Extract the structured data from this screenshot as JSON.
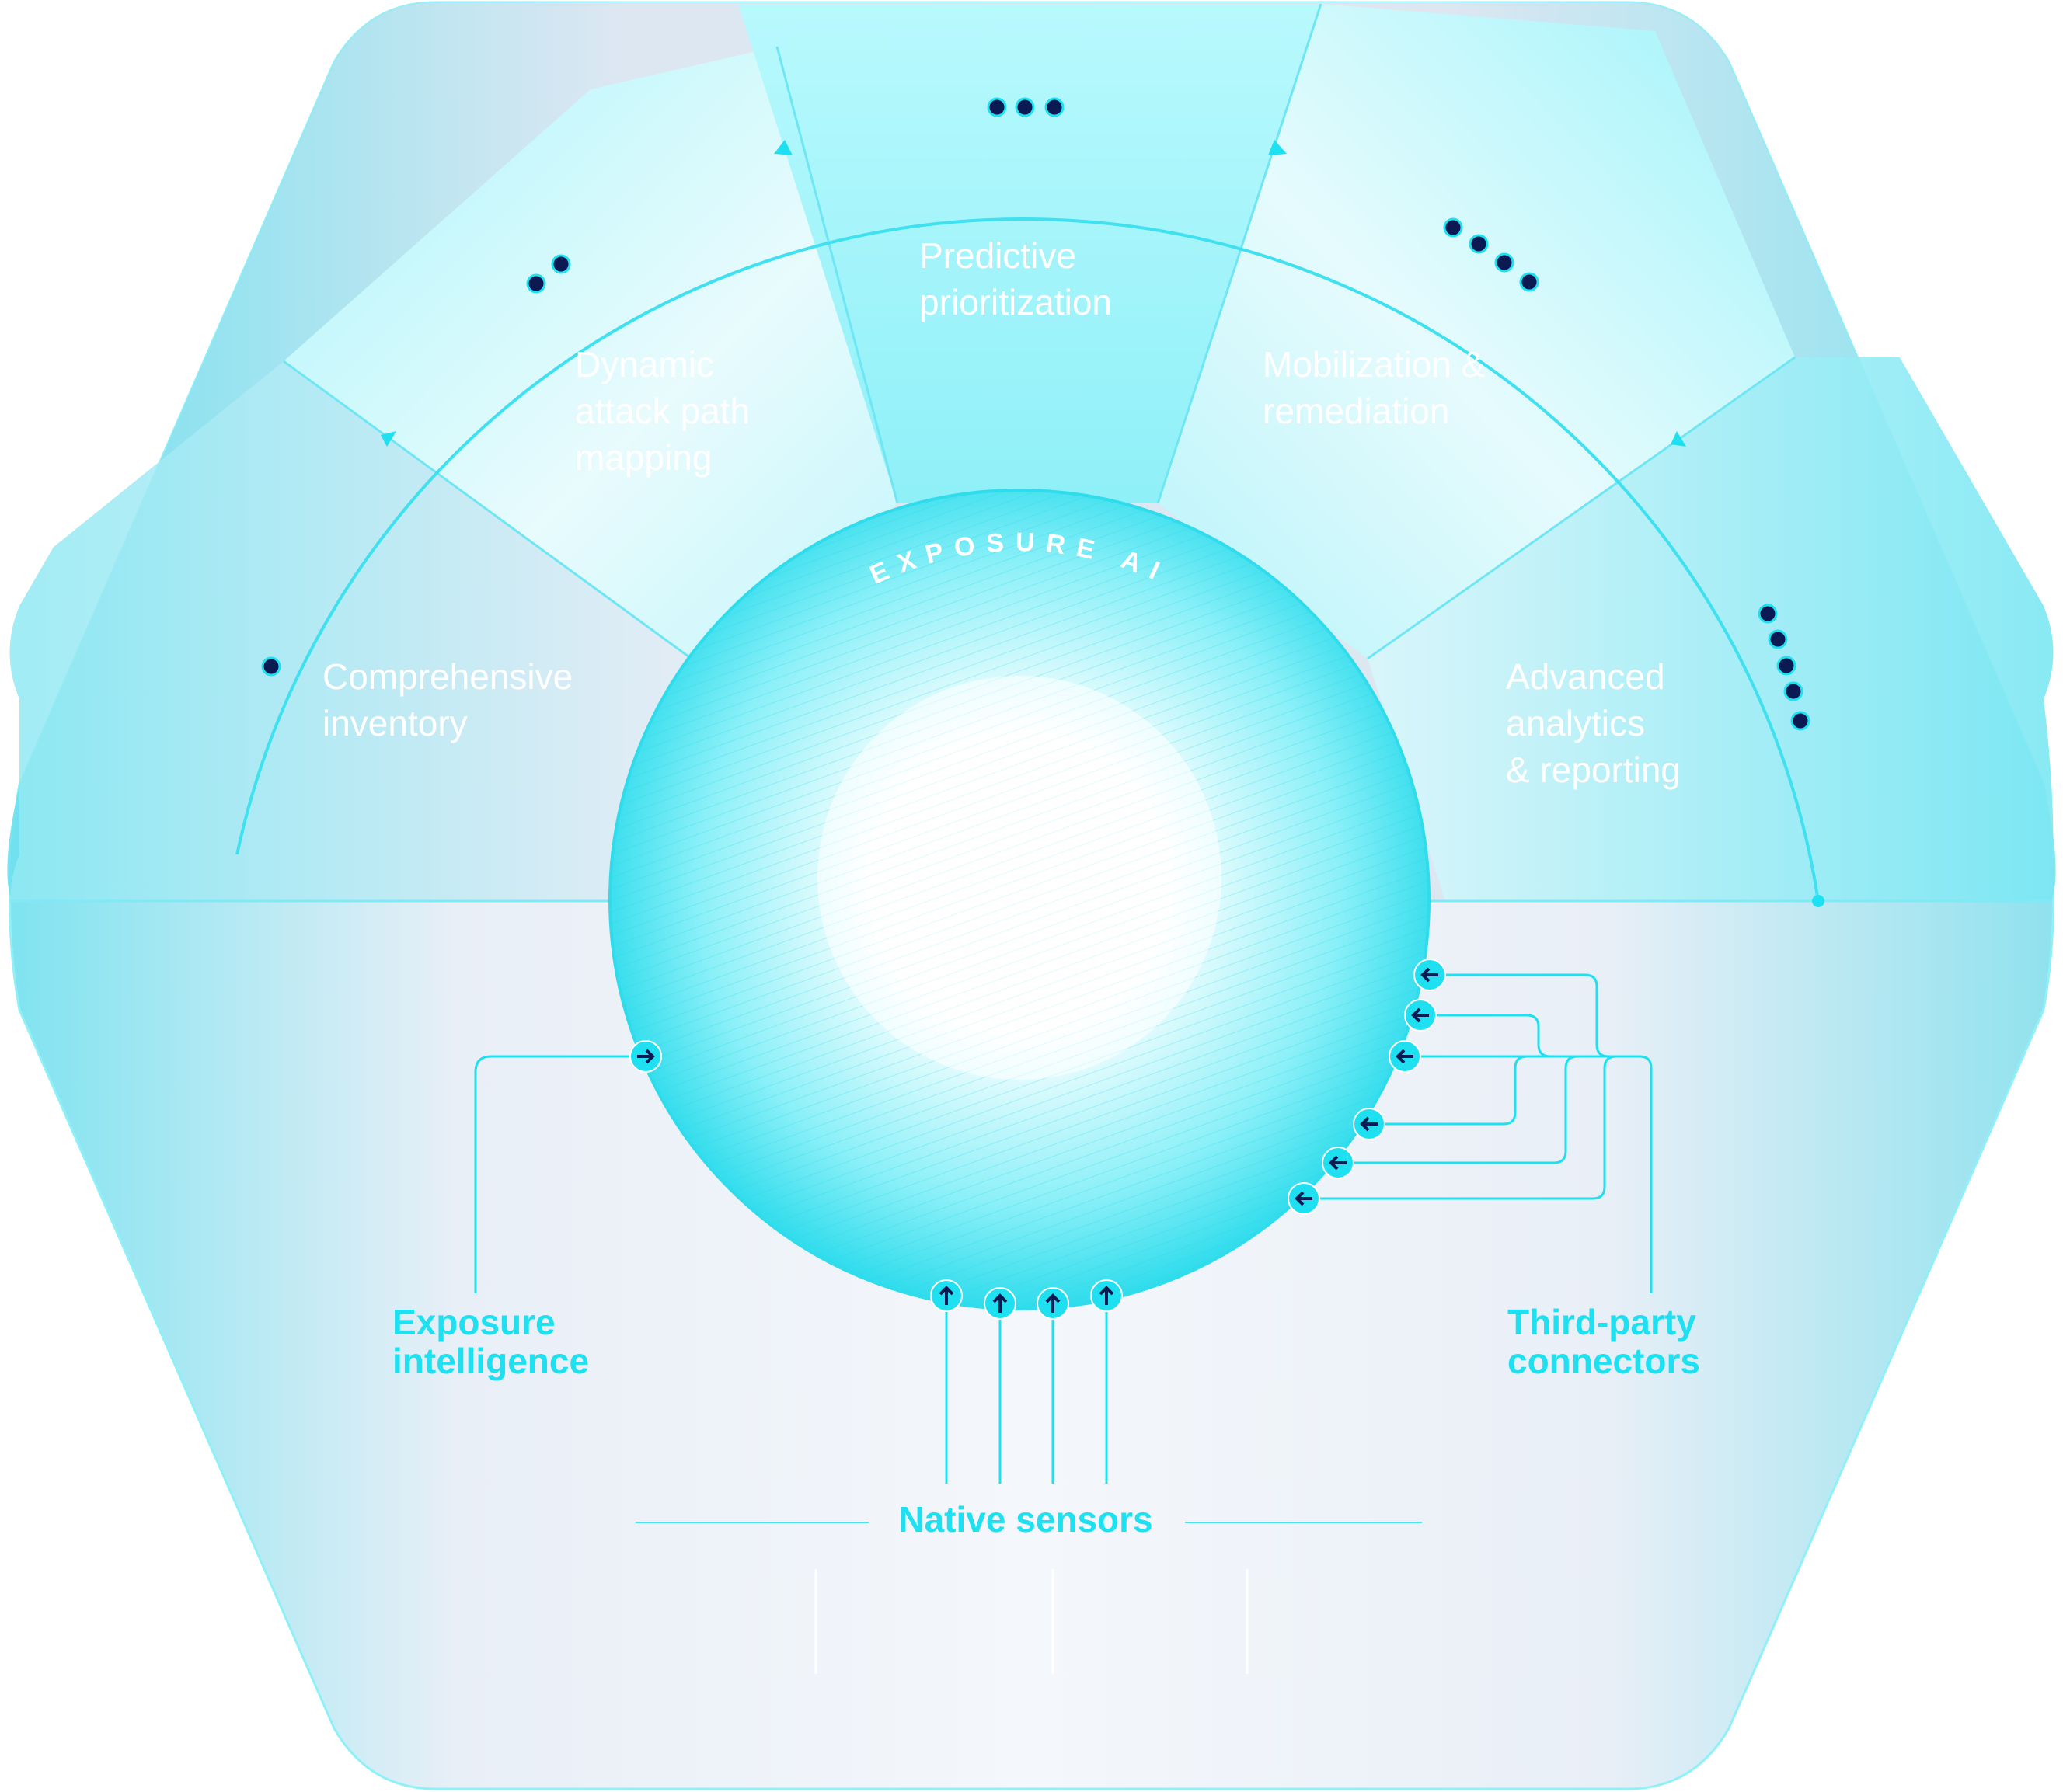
{
  "center": {
    "ring_label": "EXPOSURE AI"
  },
  "segments": [
    {
      "id": "inventory",
      "lines": [
        "Comprehensive",
        "inventory"
      ]
    },
    {
      "id": "attack-path",
      "lines": [
        "Dynamic",
        "attack path",
        "mapping"
      ]
    },
    {
      "id": "prioritize",
      "lines": [
        "Predictive",
        "prioritization"
      ]
    },
    {
      "id": "mobilize",
      "lines": [
        "Mobilization &",
        "remediation"
      ]
    },
    {
      "id": "analytics",
      "lines": [
        "Advanced",
        "analytics",
        "& reporting"
      ]
    }
  ],
  "sources": {
    "exposure_intelligence": [
      "Exposure",
      "intelligence"
    ],
    "third_party": [
      "Third-party",
      "connectors"
    ],
    "native_sensors": "Native sensors"
  },
  "colors": {
    "accent": "#1fe0f0",
    "cyan_light": "#b4f8fc",
    "cyan_mid": "#8eeaf5",
    "hex_body": "#eef3f9",
    "dot": "#0b1a52"
  }
}
